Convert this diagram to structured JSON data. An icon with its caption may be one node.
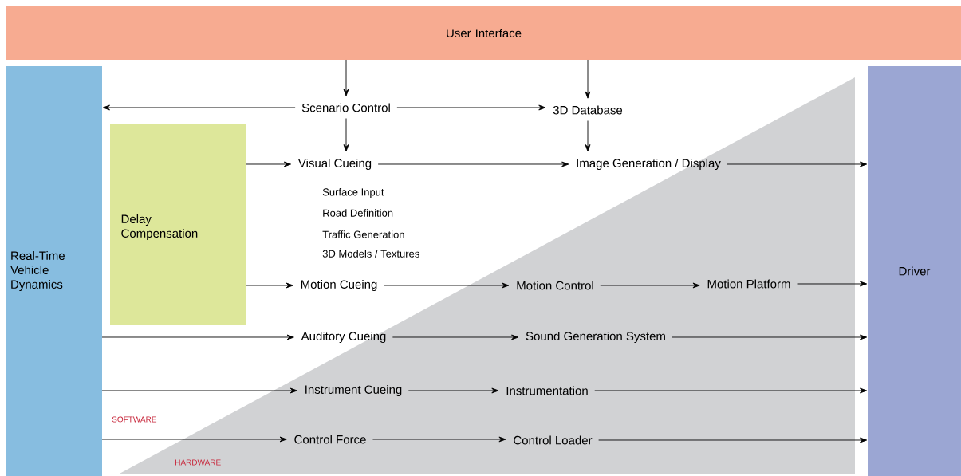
{
  "diagram": {
    "nodes": [
      {
        "text": [
          "User Interface"
        ]
      },
      {
        "text": [
          "Real-Time Vehicle Dynamics"
        ]
      },
      {
        "text": [
          "Driver"
        ]
      },
      {
        "text": [
          "Delay Compensation"
        ]
      },
      {
        "text": [
          "Scenario Control"
        ]
      },
      {
        "text": [
          "3D Database"
        ]
      },
      {
        "text": [
          "Visual Cueing"
        ]
      },
      {
        "text": [
          "Image Generation /  Display"
        ]
      },
      {
        "text": [
          "Motion Cueing"
        ]
      },
      {
        "text": [
          "Motion Control"
        ]
      },
      {
        "text": [
          "Motion Platform"
        ]
      },
      {
        "text": [
          "Auditory Cueing"
        ]
      },
      {
        "text": [
          "Sound Generation System"
        ]
      },
      {
        "text": [
          "Instrument Cueing"
        ]
      },
      {
        "text": [
          "Instrumentation"
        ]
      },
      {
        "text": [
          "Control Force"
        ]
      },
      {
        "text": [
          "Control Loader"
        ]
      }
    ],
    "edges": [
      {
        "from": 0,
        "to": 4,
        "arrow": "to"
      },
      {
        "from": 0,
        "to": 5,
        "arrow": "to"
      },
      {
        "from": 4,
        "to": 1,
        "arrow": "to"
      },
      {
        "from": 4,
        "to": 5,
        "arrow": "to"
      },
      {
        "from": 4,
        "to": 6,
        "arrow": "to"
      },
      {
        "from": 5,
        "to": 7,
        "arrow": "to"
      },
      {
        "from": 3,
        "to": 6,
        "arrow": "to"
      },
      {
        "from": 6,
        "to": 7,
        "arrow": "to"
      },
      {
        "from": 7,
        "to": 2,
        "arrow": "to"
      },
      {
        "from": 3,
        "to": 8,
        "arrow": "to"
      },
      {
        "from": 8,
        "to": 9,
        "arrow": "to"
      },
      {
        "from": 9,
        "to": 10,
        "arrow": "to"
      },
      {
        "from": 10,
        "to": 2,
        "arrow": "to"
      },
      {
        "from": 1,
        "to": 11,
        "arrow": "to"
      },
      {
        "from": 11,
        "to": 12,
        "arrow": "to"
      },
      {
        "from": 12,
        "to": 2,
        "arrow": "to"
      },
      {
        "from": 1,
        "to": 13,
        "arrow": "to"
      },
      {
        "from": 13,
        "to": 14,
        "arrow": "to"
      },
      {
        "from": 14,
        "to": 2,
        "arrow": "to"
      },
      {
        "from": 1,
        "to": 15,
        "arrow": "to"
      },
      {
        "from": 15,
        "to": 16,
        "arrow": "to"
      },
      {
        "from": 16,
        "to": 2,
        "arrow": "to"
      }
    ],
    "labels": [
      "Surface Input",
      "Road Definition",
      "Traffic Generation",
      "3D Models / Textures",
      "SOFTWARE",
      "HARDWARE"
    ]
  }
}
